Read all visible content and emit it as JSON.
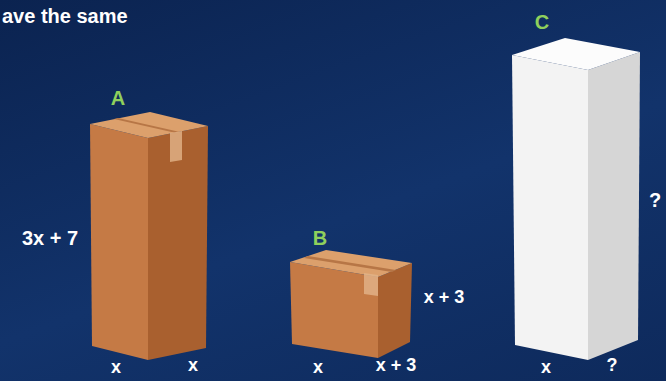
{
  "diagram": {
    "labels": [
      "ave the same",
      "A",
      "3x + 7",
      "x",
      "x",
      "B",
      "x + 3",
      "x",
      "x + 3",
      "C",
      "?",
      "x",
      "?"
    ]
  }
}
